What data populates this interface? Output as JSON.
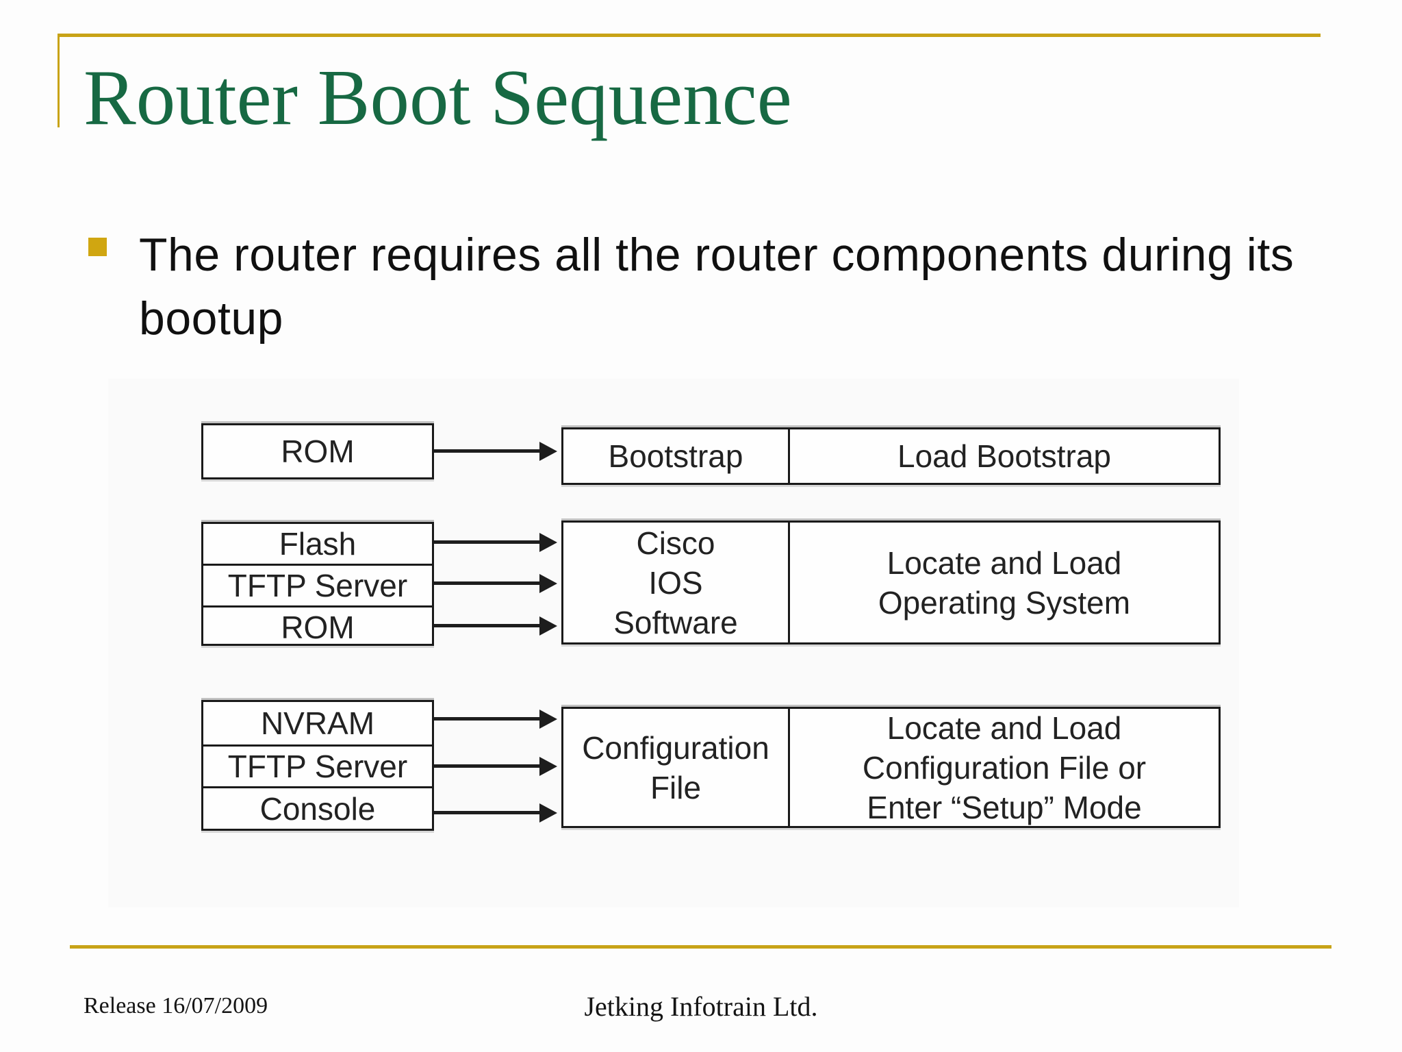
{
  "slide": {
    "title": "Router Boot Sequence",
    "bullet": "The router requires all the router components during its bootup"
  },
  "diagram": {
    "rows": [
      {
        "sources": [
          "ROM"
        ],
        "process": [
          "Bootstrap"
        ],
        "result": [
          "Load Bootstrap"
        ]
      },
      {
        "sources": [
          "Flash",
          "TFTP Server",
          "ROM"
        ],
        "process": [
          "Cisco",
          "IOS",
          "Software"
        ],
        "result": [
          "Locate and Load",
          "Operating System"
        ]
      },
      {
        "sources": [
          "NVRAM",
          "TFTP Server",
          "Console"
        ],
        "process": [
          "Configuration",
          "File"
        ],
        "result": [
          "Locate and Load",
          "Configuration File or",
          "Enter “Setup”  Mode"
        ]
      }
    ]
  },
  "footer": {
    "release": "Release 16/07/2009",
    "company": "Jetking Infotrain Ltd."
  },
  "colors": {
    "title_green": "#176943",
    "accent_gold": "#c8a317",
    "bullet_gold": "#d0a611",
    "diagram_text": "#222222",
    "border_black": "#1a1a1a"
  }
}
